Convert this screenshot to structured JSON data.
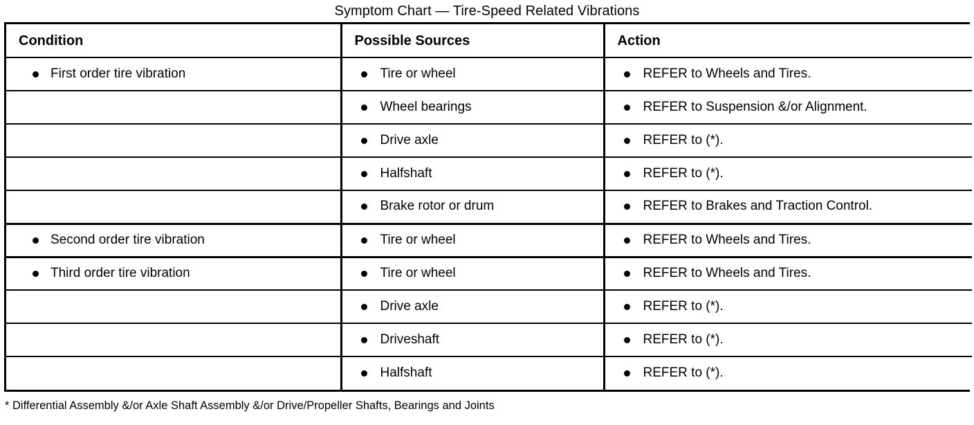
{
  "title": "Symptom Chart — Tire-Speed Related Vibrations",
  "table": {
    "headers": {
      "condition": "Condition",
      "sources": "Possible Sources",
      "action": "Action"
    },
    "rows": [
      {
        "condition": "First order tire vibration",
        "source": "Tire or wheel",
        "action": "REFER to Wheels and Tires.",
        "group_start": false
      },
      {
        "condition": "",
        "source": "Wheel bearings",
        "action": "REFER to Suspension &/or Alignment.",
        "group_start": false
      },
      {
        "condition": "",
        "source": "Drive axle",
        "action": "REFER to (*).",
        "group_start": false
      },
      {
        "condition": "",
        "source": "Halfshaft",
        "action": "REFER to (*).",
        "group_start": false
      },
      {
        "condition": "",
        "source": "Brake rotor or drum",
        "action": "REFER to Brakes and Traction Control.",
        "group_start": false
      },
      {
        "condition": "Second order tire vibration",
        "source": "Tire or wheel",
        "action": "REFER to Wheels and Tires.",
        "group_start": true
      },
      {
        "condition": "Third order tire vibration",
        "source": "Tire or wheel",
        "action": "REFER to Wheels and Tires.",
        "group_start": true
      },
      {
        "condition": "",
        "source": "Drive axle",
        "action": "REFER to (*).",
        "group_start": false
      },
      {
        "condition": "",
        "source": "Driveshaft",
        "action": "REFER to (*).",
        "group_start": false
      },
      {
        "condition": "",
        "source": "Halfshaft",
        "action": "REFER to (*).",
        "group_start": false
      }
    ]
  },
  "footnote": "* Differential Assembly &/or Axle Shaft Assembly &/or Drive/Propeller Shafts, Bearings and Joints",
  "colors": {
    "ink": "#000000",
    "paper": "#ffffff"
  }
}
